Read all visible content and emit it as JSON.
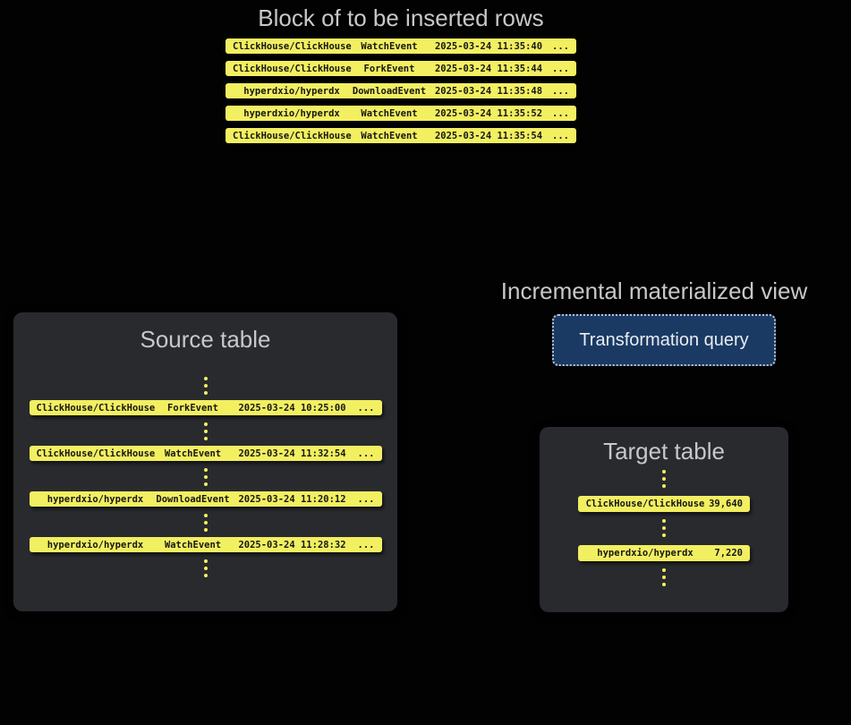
{
  "colors": {
    "page_background": "#020202",
    "row_yellow": "#f2ef61",
    "row_text": "#161616",
    "box_background": "#292a2e",
    "title_gray": "#c7c8ca",
    "button_navy": "#1a3a64",
    "button_border": "#b9c4d2",
    "button_text": "#e9edf2"
  },
  "insert_block": {
    "title": "Block of to be inserted rows",
    "rows": [
      {
        "repo": "ClickHouse/ClickHouse",
        "event": "WatchEvent",
        "timestamp": "2025-03-24 11:35:40",
        "more": "..."
      },
      {
        "repo": "ClickHouse/ClickHouse",
        "event": "ForkEvent",
        "timestamp": "2025-03-24 11:35:44",
        "more": "..."
      },
      {
        "repo": "hyperdxio/hyperdx",
        "event": "DownloadEvent",
        "timestamp": "2025-03-24 11:35:48",
        "more": "..."
      },
      {
        "repo": "hyperdxio/hyperdx",
        "event": "WatchEvent",
        "timestamp": "2025-03-24 11:35:52",
        "more": "..."
      },
      {
        "repo": "ClickHouse/ClickHouse",
        "event": "WatchEvent",
        "timestamp": "2025-03-24 11:35:54",
        "more": "..."
      }
    ]
  },
  "source_table": {
    "title": "Source table",
    "rows": [
      {
        "repo": "ClickHouse/ClickHouse",
        "event": "ForkEvent",
        "timestamp": "2025-03-24 10:25:00",
        "more": "..."
      },
      {
        "repo": "ClickHouse/ClickHouse",
        "event": "WatchEvent",
        "timestamp": "2025-03-24 11:32:54",
        "more": "..."
      },
      {
        "repo": "hyperdxio/hyperdx",
        "event": "DownloadEvent",
        "timestamp": "2025-03-24 11:20:12",
        "more": "..."
      },
      {
        "repo": "hyperdxio/hyperdx",
        "event": "WatchEvent",
        "timestamp": "2025-03-24 11:28:32",
        "more": "..."
      }
    ]
  },
  "materialized_view": {
    "title": "Incremental materialized view",
    "button_label": "Transformation query"
  },
  "target_table": {
    "title": "Target table",
    "rows": [
      {
        "repo": "ClickHouse/ClickHouse",
        "count": "39,640"
      },
      {
        "repo": "hyperdxio/hyperdx",
        "count": "7,220"
      }
    ]
  }
}
